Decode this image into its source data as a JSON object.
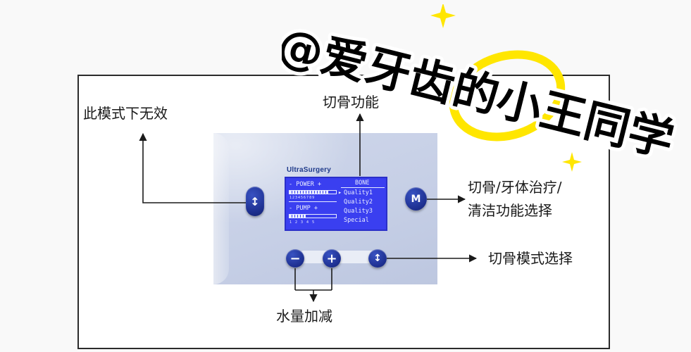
{
  "panel": {
    "brand": "UltraSurgery",
    "lcd": {
      "power_label": "- POWER +",
      "power_scale": "123456789",
      "pump_label": "- PUMP +",
      "pump_scale": "1 2 3 4 5",
      "mode_title": "BONE",
      "menu_items": [
        "Quality1",
        "Quality2",
        "Quality3",
        "Special"
      ],
      "selected_index": 0,
      "power_level": 0.85,
      "pump_level": 0.35
    },
    "buttons": {
      "up_down_left": "↕",
      "mode": "M",
      "minus": "−",
      "plus": "+",
      "up_down_bottom": "↕"
    }
  },
  "annotations": {
    "invalid_in_mode": "此模式下无效",
    "bone_cutting_function": "切骨功能",
    "selection_line1": "切骨/牙体治疗/",
    "selection_line2": "清洁功能选择",
    "bone_mode_selection": "切骨模式选择",
    "water_adjust": "水量加减"
  },
  "watermark": {
    "text": "@爱牙齿的小王同学",
    "color": "#000000",
    "halo_color": "#ffe600"
  },
  "colors": {
    "lcd_background": "#3a3ff0",
    "button_blue": "#1d2f8f",
    "panel": "#c6cfe6"
  }
}
